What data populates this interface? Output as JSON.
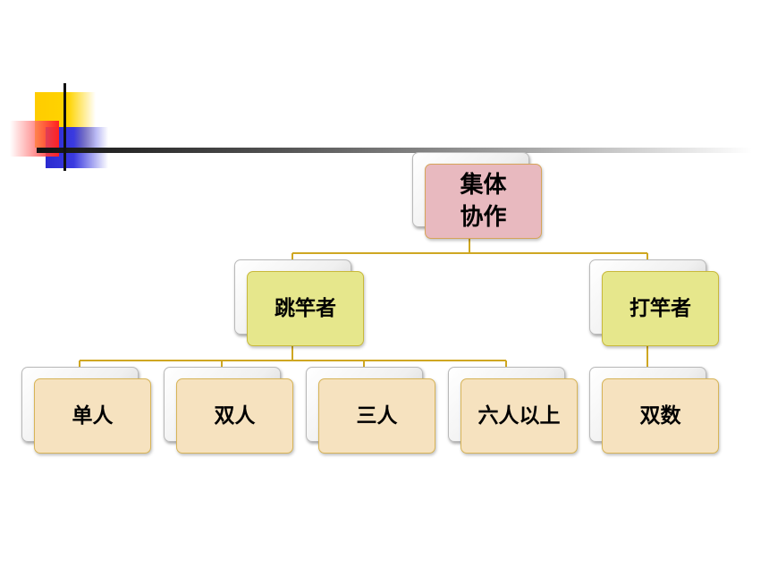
{
  "colors": {
    "root_fill": "#e8b9bf",
    "root_border": "#d6a45a",
    "mid_fill": "#e6e78c",
    "mid_border": "#c8b93a",
    "leaf_fill": "#f6e2bf",
    "leaf_border": "#d7b457",
    "connector": "#cfa722"
  },
  "org_chart": {
    "root": {
      "label": "集体\n协作"
    },
    "branches": [
      {
        "label": "跳竿者",
        "children": [
          {
            "label": "单人"
          },
          {
            "label": "双人"
          },
          {
            "label": "三人"
          },
          {
            "label": "六人以上"
          }
        ]
      },
      {
        "label": "打竿者",
        "children": [
          {
            "label": "双数"
          }
        ]
      }
    ]
  }
}
